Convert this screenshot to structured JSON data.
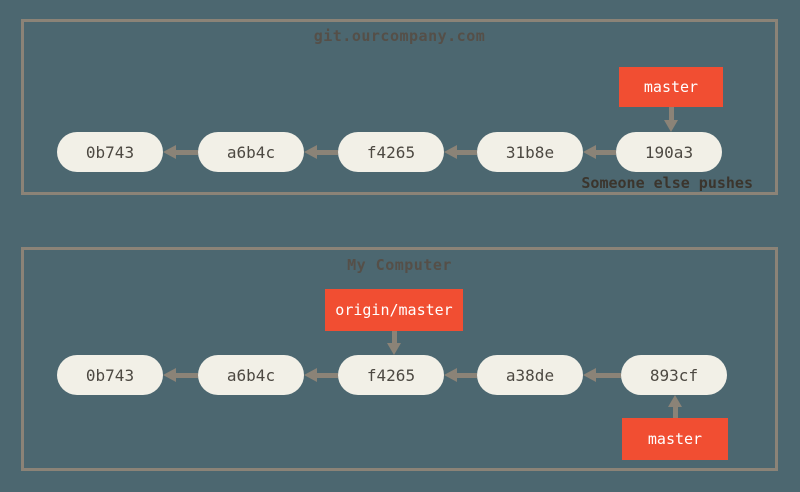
{
  "colors": {
    "background": "#4C6770",
    "panel_border": "#8B8377",
    "commit_fill": "#F2F0E7",
    "commit_text": "#4D4942",
    "ref_label_bg": "#F14E32",
    "ref_label_text": "#FFFFFF",
    "arrow": "#8B8377",
    "title_text": "#554F48",
    "annotation_text": "#3B352D"
  },
  "remote_panel": {
    "title": "git.ourcompany.com",
    "commits": [
      "0b743",
      "a6b4c",
      "f4265",
      "31b8e",
      "190a3"
    ],
    "branch_label": "master",
    "annotation": "Someone else pushes"
  },
  "local_panel": {
    "title": "My Computer",
    "commits": [
      "0b743",
      "a6b4c",
      "f4265",
      "a38de",
      "893cf"
    ],
    "remote_tracking_label": "origin/master",
    "branch_label": "master"
  }
}
